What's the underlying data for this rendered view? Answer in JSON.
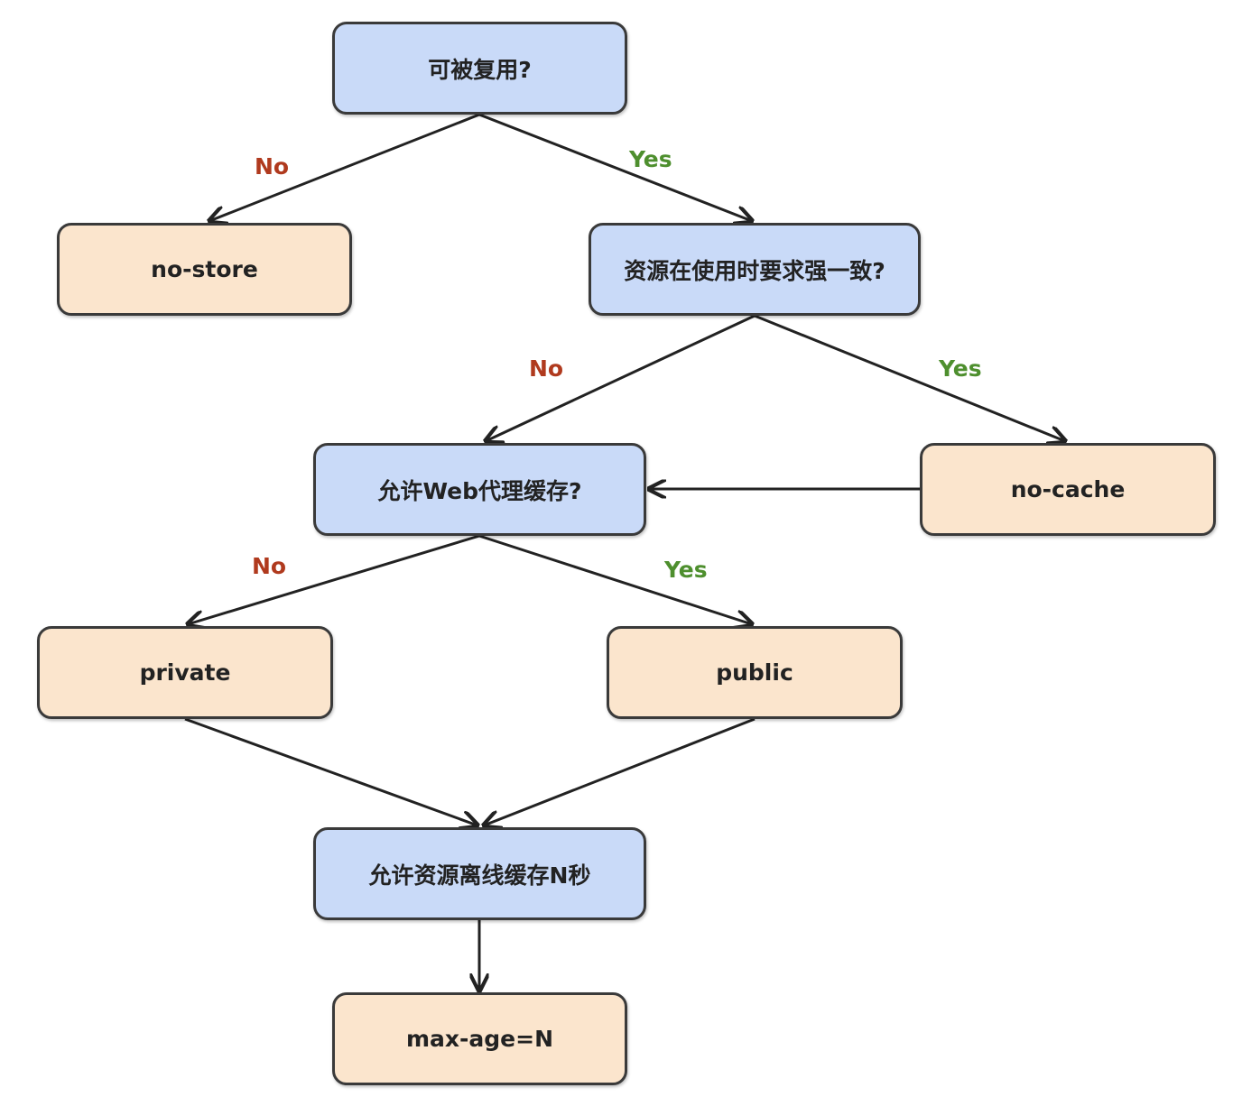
{
  "colors": {
    "decision_fill": "#c9daf8",
    "result_fill": "#fbe5cd",
    "no_label": "#b03a1e",
    "yes_label": "#4e8f2e",
    "stroke": "#222222"
  },
  "nodes": {
    "reusable": "可被复用?",
    "no_store": "no-store",
    "strong_consistency": "资源在使用时要求强一致?",
    "web_proxy_cache": "允许Web代理缓存?",
    "no_cache": "no-cache",
    "private": "private",
    "public": "public",
    "offline_cache": "允许资源离线缓存N秒",
    "max_age": "max-age=N"
  },
  "edge_labels": {
    "reusable_no": "No",
    "reusable_yes": "Yes",
    "consistency_no": "No",
    "consistency_yes": "Yes",
    "proxy_no": "No",
    "proxy_yes": "Yes"
  }
}
